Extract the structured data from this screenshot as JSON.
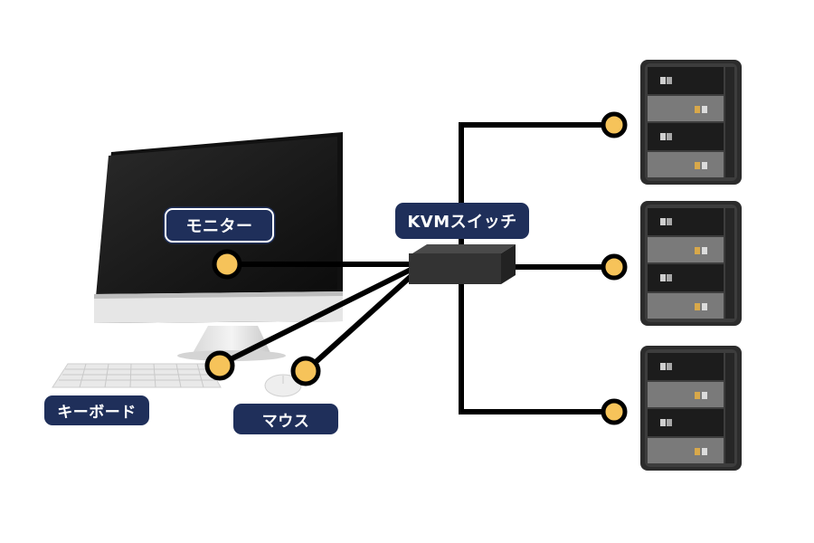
{
  "labels": {
    "monitor": "モニター",
    "kvm_switch": "KVMスイッチ",
    "keyboard": "キーボード",
    "mouse": "マウス"
  },
  "colors": {
    "label_bg": "#1f2f5a",
    "label_text": "#ffffff",
    "connector_fill": "#f6c35a",
    "cable": "#000000"
  },
  "server_count": 3
}
